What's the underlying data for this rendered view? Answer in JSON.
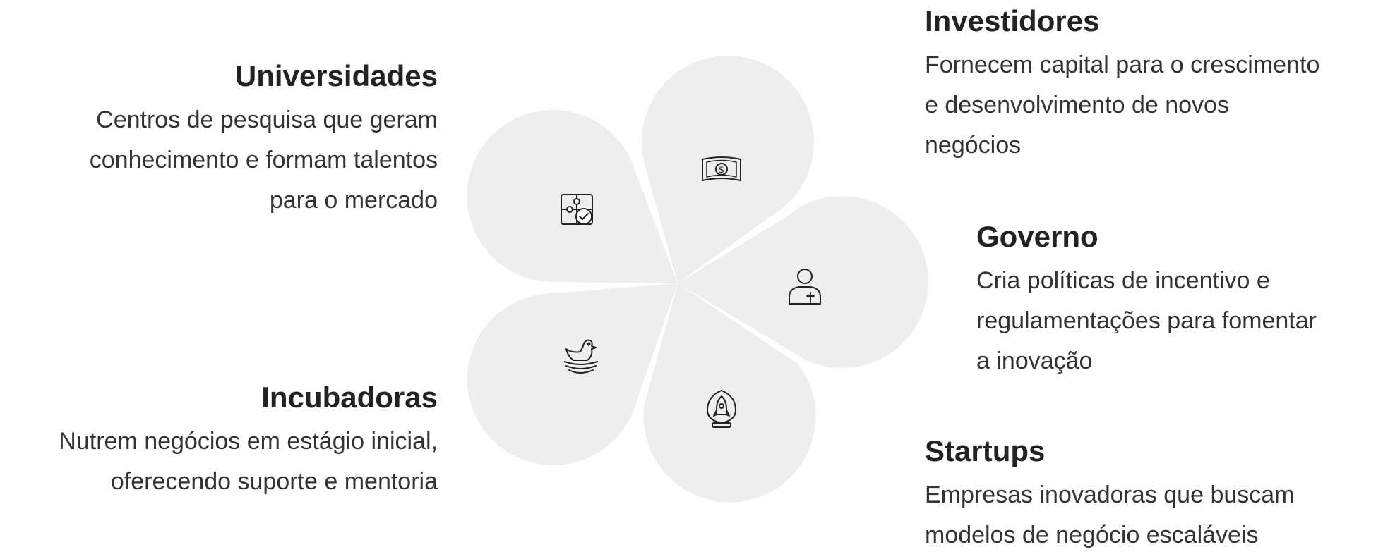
{
  "colors": {
    "petal": "#f0eeed",
    "icon": "#222222",
    "heading": "#222222",
    "body": "#333333"
  },
  "stakeholders": [
    {
      "id": "universidades",
      "title": "Universidades",
      "lines": [
        "Centros de pesquisa que geram",
        "conhecimento e formam talentos",
        "para o mercado"
      ],
      "icon": "puzzle-check-icon"
    },
    {
      "id": "investidores",
      "title": "Investidores",
      "lines": [
        "Fornecem capital para o crescimento",
        "e desenvolvimento de novos",
        "negócios"
      ],
      "icon": "banknote-icon"
    },
    {
      "id": "governo",
      "title": "Governo",
      "lines": [
        "Cria políticas de incentivo e",
        "regulamentações para fomentar",
        "a inovação"
      ],
      "icon": "official-person-icon"
    },
    {
      "id": "startups",
      "title": "Startups",
      "lines": [
        "Empresas inovadoras que buscam",
        "modelos de negócio escaláveis"
      ],
      "icon": "rocket-icon"
    },
    {
      "id": "incubadoras",
      "title": "Incubadoras",
      "lines": [
        "Nutrem negócios em estágio inicial,",
        "oferecendo suporte e mentoria"
      ],
      "icon": "nest-bird-icon"
    }
  ]
}
